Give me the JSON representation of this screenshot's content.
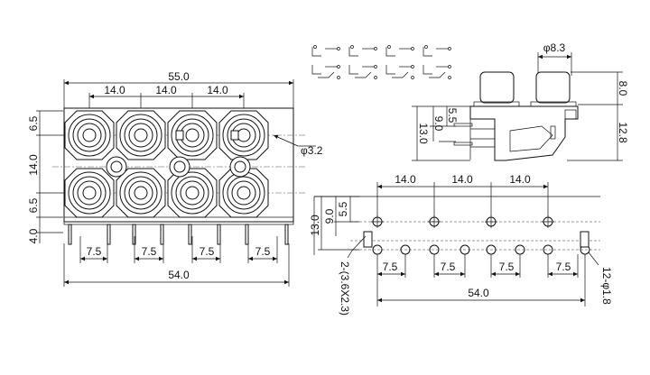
{
  "front_view": {
    "overall_width": "55.0",
    "pitch_1": "14.0",
    "pitch_2": "14.0",
    "pitch_3": "14.0",
    "jack_top_height": "6.5",
    "row_spacing": "14.0",
    "jack_bottom_height": "6.5",
    "base_height": "4.0",
    "small_hole_dia": "φ3.2",
    "pin_spacing_1": "7.5",
    "pin_spacing_2": "7.5",
    "pin_spacing_3": "7.5",
    "pin_spacing_4": "7.5",
    "pin_span": "54.0"
  },
  "side_view": {
    "jack_dia": "φ8.3",
    "jack_length": "8.0",
    "body_height": "12.8",
    "height_5_5": "5.5",
    "height_9_0": "9.0",
    "height_13_0": "13.0"
  },
  "pcb_layout": {
    "pitch_1": "14.0",
    "pitch_2": "14.0",
    "pitch_3": "14.0",
    "offset_5_5": "5.5",
    "offset_9_0": "9.0",
    "offset_13_0": "13.0",
    "slot_note": "2-(3.6X2.3)",
    "pin_spacing_1": "7.5",
    "pin_spacing_2": "7.5",
    "pin_spacing_3": "7.5",
    "pin_spacing_4": "7.5",
    "pin_span": "54.0",
    "hole_note": "12-φ1.8"
  }
}
